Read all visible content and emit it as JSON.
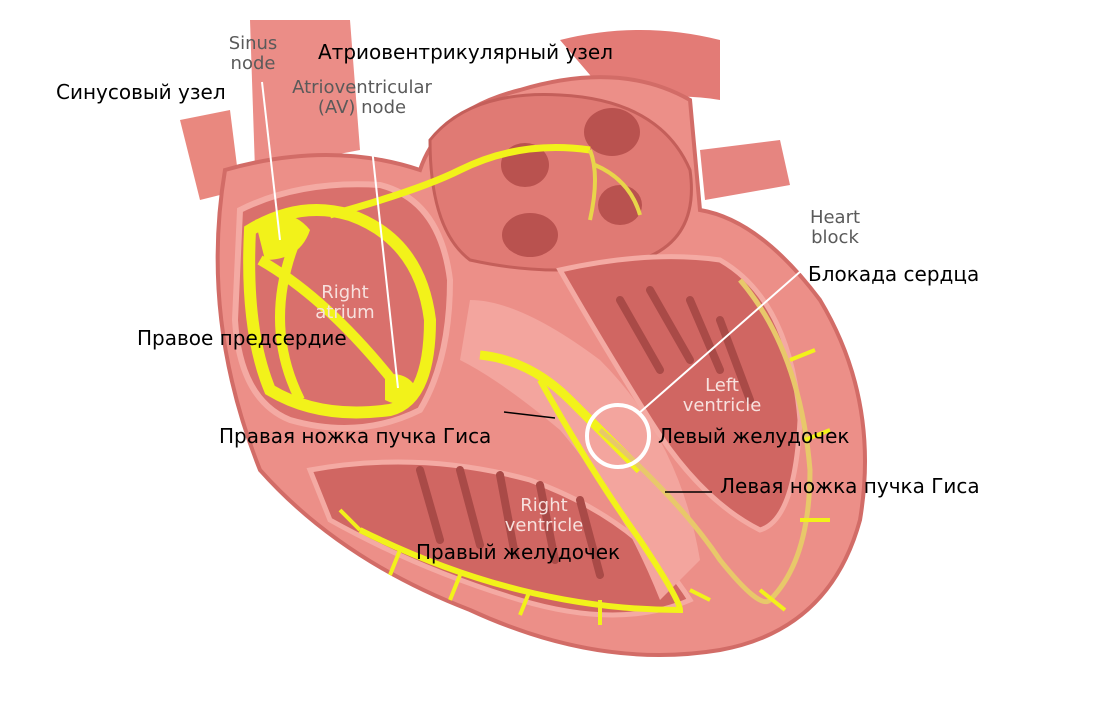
{
  "labels_ru": {
    "sinus_node": "Синусовый узел",
    "av_node": "Атриовентрикулярный узел",
    "heart_block": "Блокада сердца",
    "right_atrium": "Правое предсердие",
    "right_bundle_branch": "Правая ножка пучка Гиса",
    "left_ventricle": "Левый желудочек",
    "left_bundle_branch": "Левая ножка пучка Гиса",
    "right_ventricle": "Правый желудочек"
  },
  "labels_en": {
    "sinus_node": [
      "Sinus",
      "node"
    ],
    "av_node": [
      "Atrioventricular",
      "(AV) node"
    ],
    "heart_block": [
      "Heart",
      "block"
    ],
    "right_atrium": [
      "Right",
      "atrium"
    ],
    "left_ventricle": [
      "Left",
      "ventricle"
    ],
    "right_ventricle": [
      "Right",
      "ventricle"
    ]
  },
  "colors": {
    "heart_outer": "#e9857f",
    "heart_wall": "#f09a93",
    "chamber": "#d9706c",
    "chamber_dark": "#b9524f",
    "conduction_path": "#f2f21a",
    "conduction_path_pale": "#e8c86a",
    "leader_line": "#ffffff",
    "block_marker": "#ffffff"
  }
}
